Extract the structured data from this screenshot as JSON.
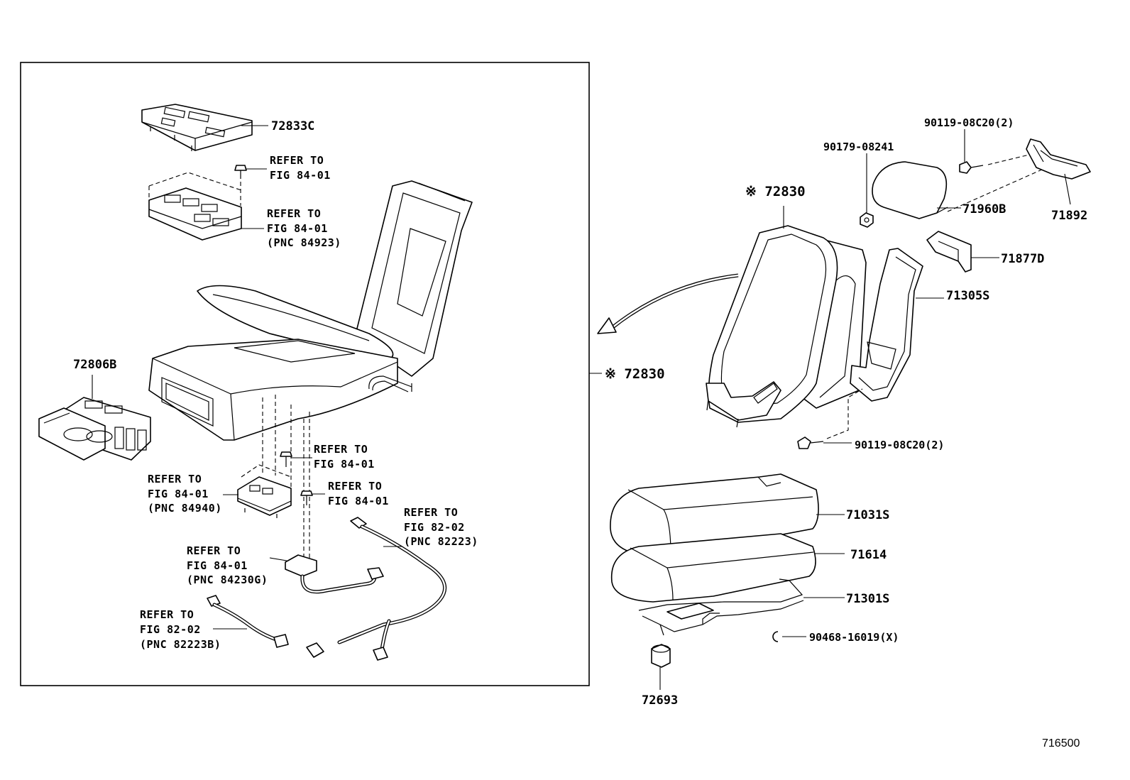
{
  "figure_number": "716500",
  "parts": {
    "p72833C": "72833C",
    "p72806B": "72806B",
    "p72830_bracket": "※ 72830",
    "p72830_back": "※ 72830",
    "p90179": "90179-08241",
    "p90119_top": "90119-08C20(2)",
    "p71960B": "71960B",
    "p71892": "71892",
    "p71877D": "71877D",
    "p71305S": "71305S",
    "p90119_bottom": "90119-08C20(2)",
    "p71031S": "71031S",
    "p71614": "71614",
    "p71301S": "71301S",
    "p90468": "90468-16019(X)",
    "p72693": "72693"
  },
  "refs": {
    "r1": [
      "REFER TO",
      "FIG 84-01"
    ],
    "r2": [
      "REFER TO",
      "FIG 84-01",
      "(PNC 84923)"
    ],
    "r3": [
      "REFER TO",
      "FIG 84-01"
    ],
    "r4": [
      "REFER TO",
      "FIG 84-01",
      "(PNC 84940)"
    ],
    "r5": [
      "REFER TO",
      "FIG 84-01"
    ],
    "r6": [
      "REFER TO",
      "FIG 82-02",
      "(PNC 82223)"
    ],
    "r7": [
      "REFER TO",
      "FIG 84-01",
      "(PNC 84230G)"
    ],
    "r8": [
      "REFER TO",
      "FIG 82-02",
      "(PNC 82223B)"
    ]
  }
}
